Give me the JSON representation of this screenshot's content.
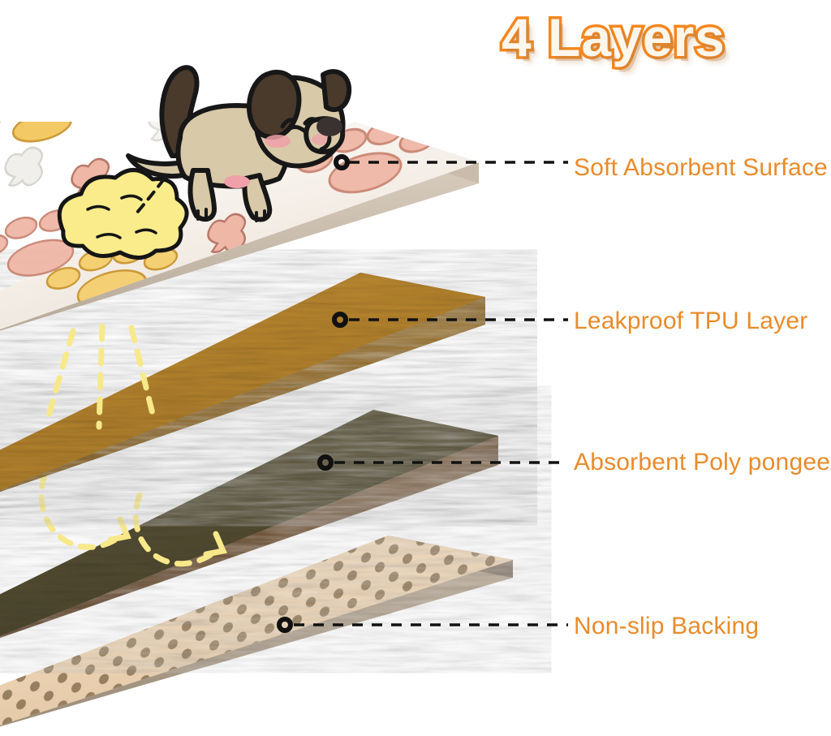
{
  "title": "4 Layers",
  "accent_color": "#E98B2B",
  "title_stroke_color": "#F5871F",
  "title_fill_color": "#FCF6ED",
  "background_color": "#FFFFFF",
  "layers": [
    {
      "id": "soft-absorbent-surface",
      "label": "Soft Absorbent Surface",
      "surface_color": "#F2EDE8",
      "edge_color": "#BFB4A6",
      "description": "White printed top sheet with pink and golden paw prints and bone motifs"
    },
    {
      "id": "leakproof-tpu-layer",
      "label": "Leakproof TPU Layer",
      "surface_color": "#B8862F",
      "edge_color": "#8A6424",
      "description": "Golden-brown fibrous sheet with yellow dashed lines indicating liquid passing down"
    },
    {
      "id": "absorbent-poly-pongee",
      "label": "Absorbent Poly pongee",
      "surface_color": "#5A5336",
      "edge_color": "#6B4E30",
      "description": "Dark olive fabric with yellow dashed curved arrows indicating moisture locked in"
    },
    {
      "id": "non-slip-backing",
      "label": "Non-slip Backing",
      "surface_color": "#EED5B7",
      "edge_color": "#A99A88",
      "dot_color": "#8A7254",
      "description": "Beige backing sheet covered with evenly spaced brown non-slip grip dots"
    }
  ],
  "dog": {
    "name": "cartoon-puppy",
    "body_color": "#D8C9A8",
    "ear_color": "#4A3A2C",
    "nose_color": "#3A3230",
    "blush_color": "#F0A0A8"
  },
  "puddle": {
    "name": "urine-puddle",
    "color": "#FBEC8B",
    "outline_color": "#1A1A1A"
  },
  "connectors": [
    {
      "name": "connector-soft-absorbent-surface",
      "marker": "ring",
      "line_style": "dashed",
      "color": "#111111"
    },
    {
      "name": "connector-leakproof-tpu-layer",
      "marker": "ring",
      "line_style": "dashed",
      "color": "#111111"
    },
    {
      "name": "connector-absorbent-poly-pongee",
      "marker": "ring",
      "line_style": "dashed",
      "color": "#111111"
    },
    {
      "name": "connector-non-slip-backing",
      "marker": "ring",
      "line_style": "dashed",
      "color": "#111111"
    }
  ],
  "flow_arrows": {
    "down_lines_color": "#F7E98A",
    "curved_arrows_color": "#F7E98A"
  }
}
